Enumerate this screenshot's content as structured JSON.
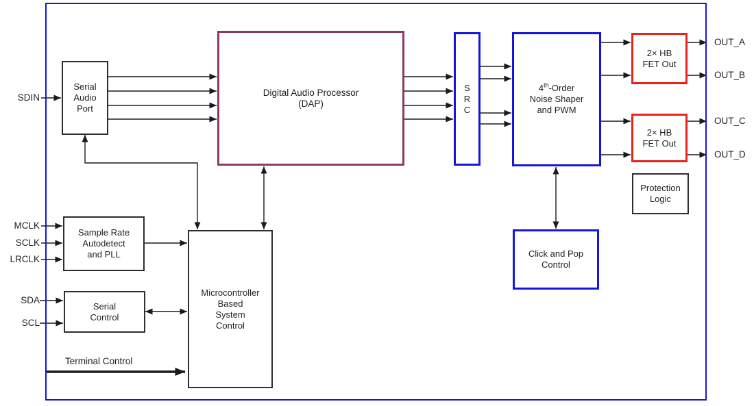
{
  "pins": {
    "sdin": "SDIN",
    "mclk": "MCLK",
    "sclk": "SCLK",
    "lrclk": "LRCLK",
    "sda": "SDA",
    "scl": "SCL",
    "out_a": "OUT_A",
    "out_b": "OUT_B",
    "out_c": "OUT_C",
    "out_d": "OUT_D",
    "terminal_control": "Terminal Control"
  },
  "blocks": {
    "serial_audio_port": {
      "line1": "Serial",
      "line2": "Audio",
      "line3": "Port"
    },
    "dap": {
      "line1": "Digital Audio Processor",
      "line2": "(DAP)"
    },
    "src": {
      "line1": "S",
      "line2": "R",
      "line3": "C"
    },
    "noise_shaper": {
      "line1_base": "4",
      "line1_sup": "th",
      "line1_rest": "-Order",
      "line2": "Noise Shaper",
      "line3": "and PWM"
    },
    "fet_out_top": {
      "line1": "2× HB",
      "line2": "FET Out"
    },
    "fet_out_bottom": {
      "line1": "2× HB",
      "line2": "FET Out"
    },
    "protection_logic": {
      "line1": "Protection",
      "line2": "Logic"
    },
    "click_pop": {
      "line1": "Click and Pop",
      "line2": "Control"
    },
    "sample_rate": {
      "line1": "Sample Rate",
      "line2": "Autodetect",
      "line3": "and PLL"
    },
    "serial_control": {
      "line1": "Serial",
      "line2": "Control"
    },
    "mcu": {
      "line1": "Microcontroller",
      "line2": "Based",
      "line3": "System",
      "line4": "Control"
    }
  },
  "colors": {
    "border_blue": "#1414dc",
    "dap_purple": "#8c3a62",
    "fet_red": "#e8241c",
    "block_dark": "#2d2d2d",
    "line_black": "#1a1a1a"
  }
}
